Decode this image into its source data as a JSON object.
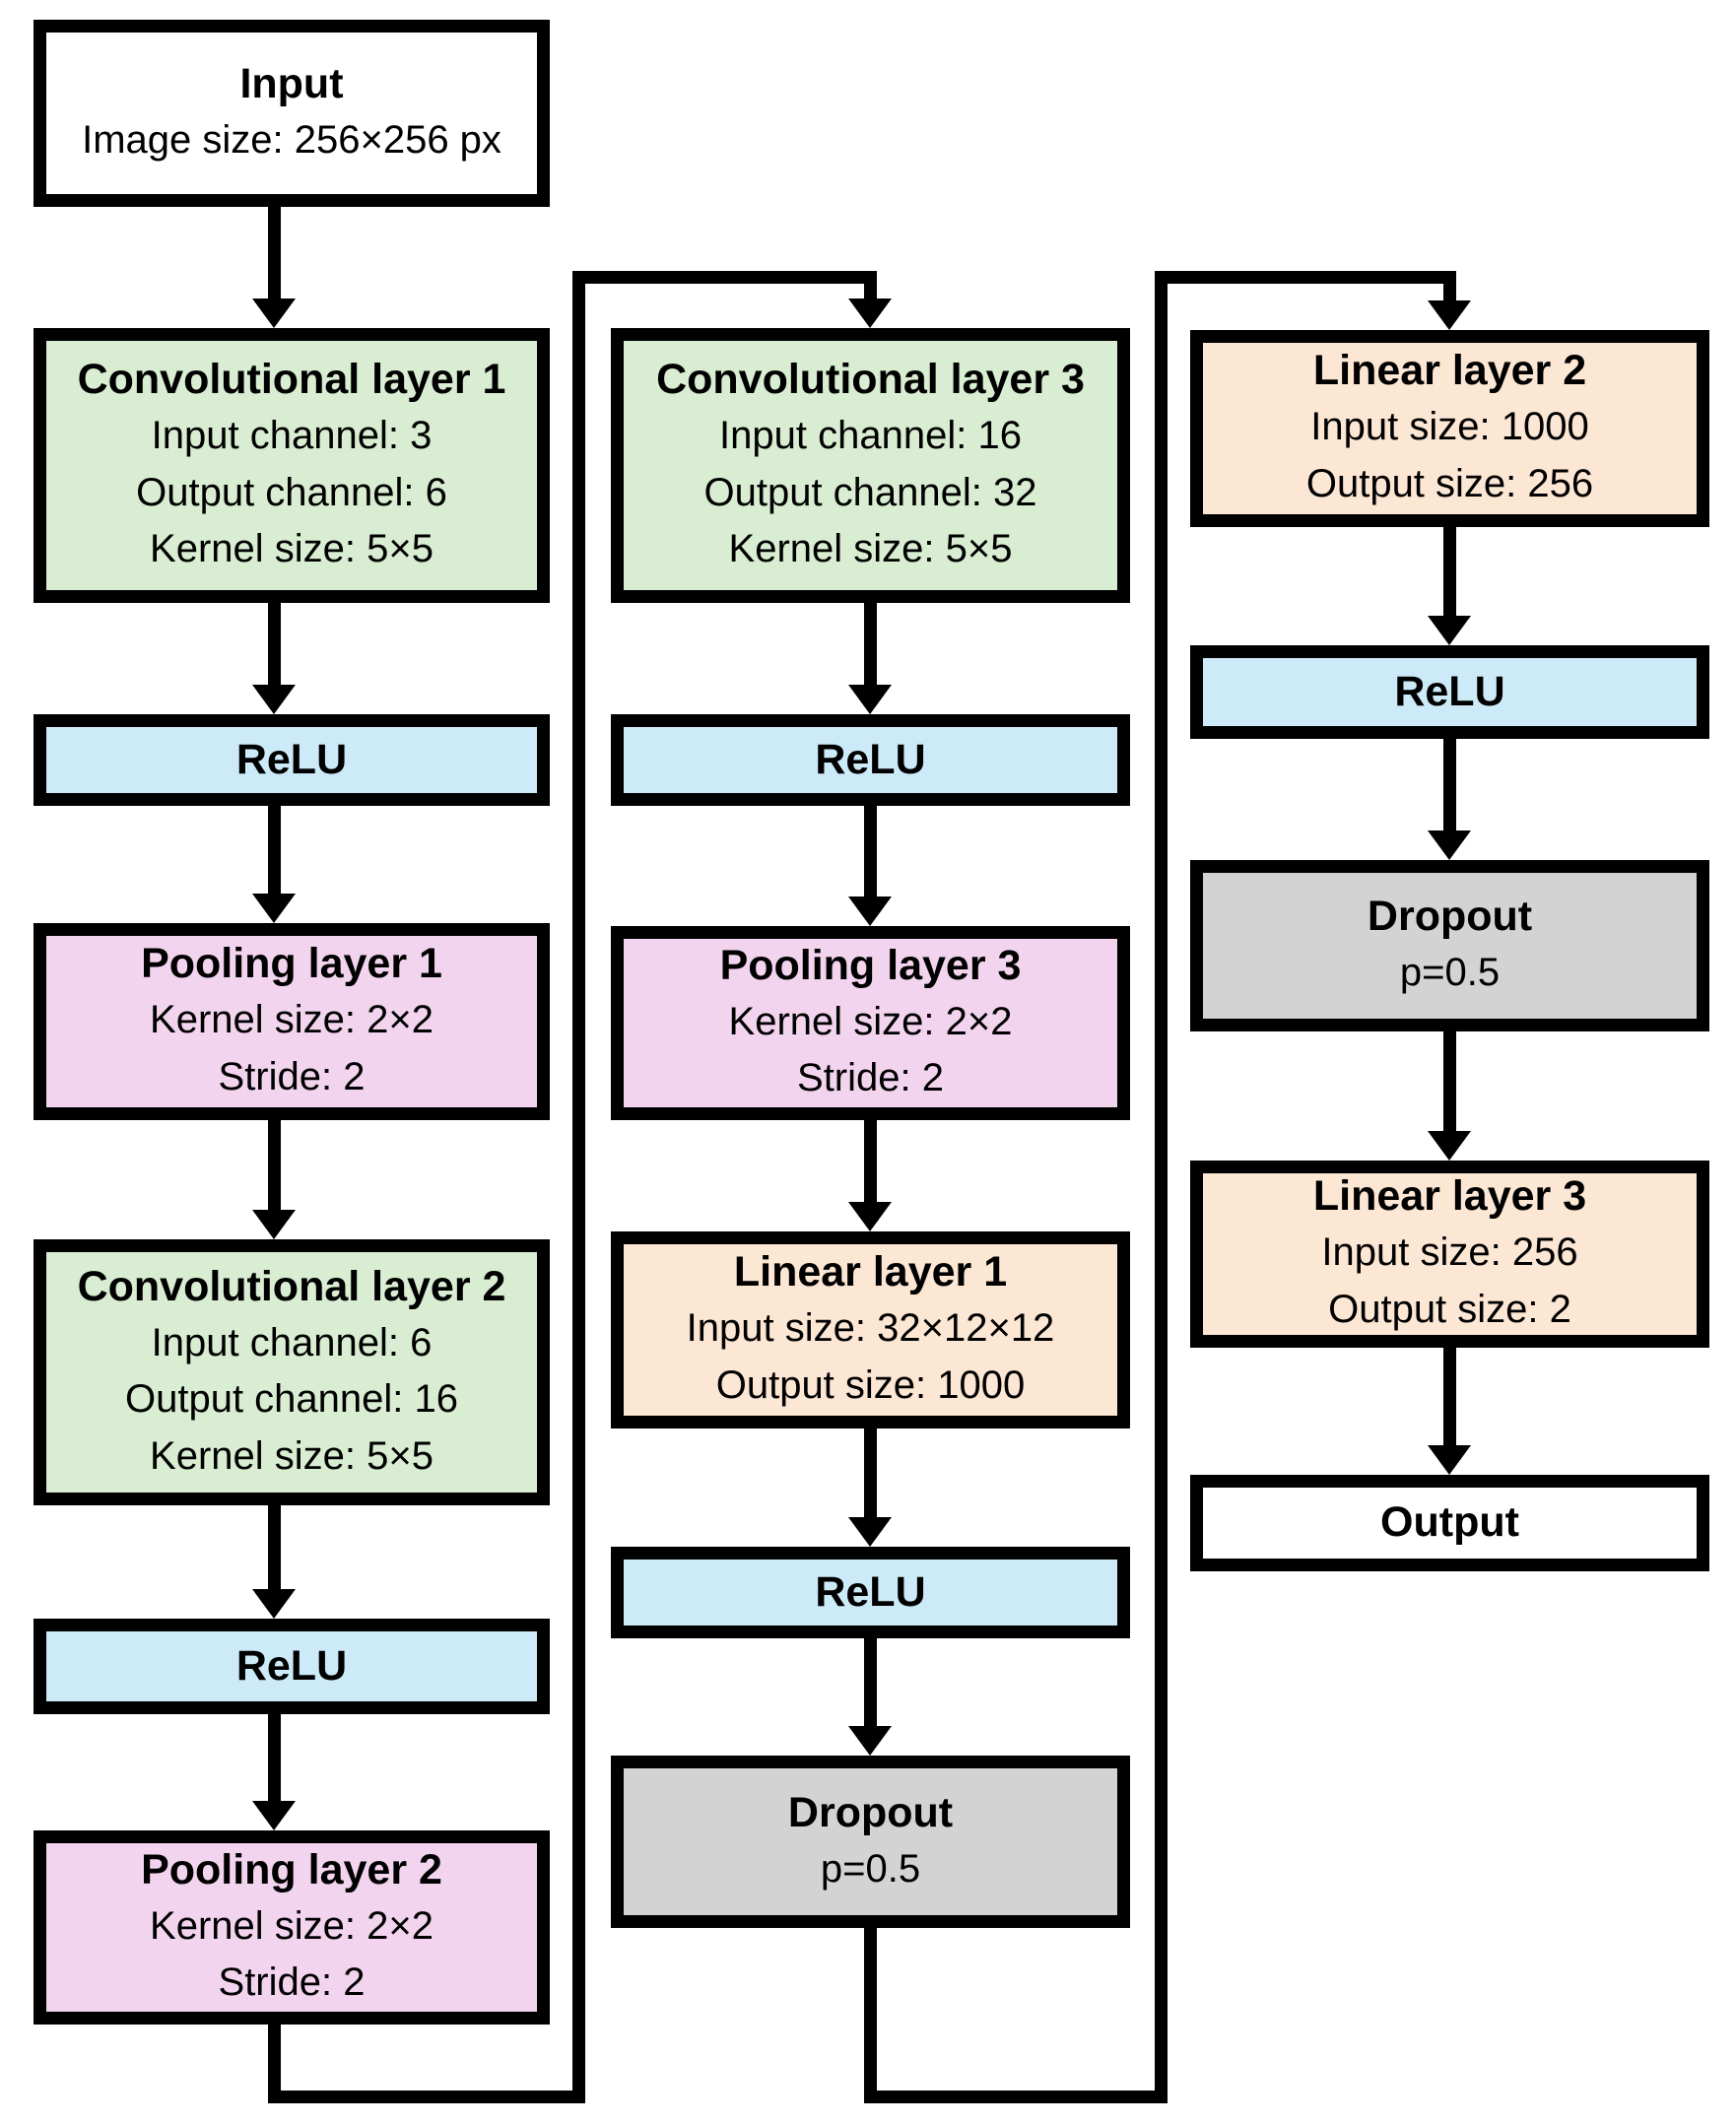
{
  "colors": {
    "conv": "#d8edd1",
    "relu": "#cdeaf8",
    "pool": "#f2d4ee",
    "linear": "#fce6d4",
    "dropout": "#d3d3d3",
    "io": "#ffffff",
    "line": "#000000"
  },
  "boxes": {
    "input": {
      "title": "Input",
      "lines": [
        "Image size: 256×256 px"
      ]
    },
    "conv1": {
      "title": "Convolutional layer 1",
      "lines": [
        "Input channel: 3",
        "Output channel: 6",
        "Kernel size: 5×5"
      ]
    },
    "relu1": {
      "title": "ReLU"
    },
    "pool1": {
      "title": "Pooling layer 1",
      "lines": [
        "Kernel size: 2×2",
        "Stride: 2"
      ]
    },
    "conv2": {
      "title": "Convolutional layer 2",
      "lines": [
        "Input channel: 6",
        "Output channel: 16",
        "Kernel size: 5×5"
      ]
    },
    "relu2": {
      "title": "ReLU"
    },
    "pool2": {
      "title": "Pooling layer 2",
      "lines": [
        "Kernel size: 2×2",
        "Stride: 2"
      ]
    },
    "conv3": {
      "title": "Convolutional layer 3",
      "lines": [
        "Input channel: 16",
        "Output channel: 32",
        "Kernel size: 5×5"
      ]
    },
    "relu3": {
      "title": "ReLU"
    },
    "pool3": {
      "title": "Pooling layer 3",
      "lines": [
        "Kernel size: 2×2",
        "Stride: 2"
      ]
    },
    "linear1": {
      "title": "Linear layer 1",
      "lines": [
        "Input size: 32×12×12",
        "Output size: 1000"
      ]
    },
    "relu4": {
      "title": "ReLU"
    },
    "dropout1": {
      "title": "Dropout",
      "lines": [
        "p=0.5"
      ]
    },
    "linear2": {
      "title": "Linear layer 2",
      "lines": [
        "Input size: 1000",
        "Output size: 256"
      ]
    },
    "relu5": {
      "title": "ReLU"
    },
    "dropout2": {
      "title": "Dropout",
      "lines": [
        "p=0.5"
      ]
    },
    "linear3": {
      "title": "Linear layer 3",
      "lines": [
        "Input size: 256",
        "Output size: 2"
      ]
    },
    "output": {
      "title": "Output"
    }
  }
}
